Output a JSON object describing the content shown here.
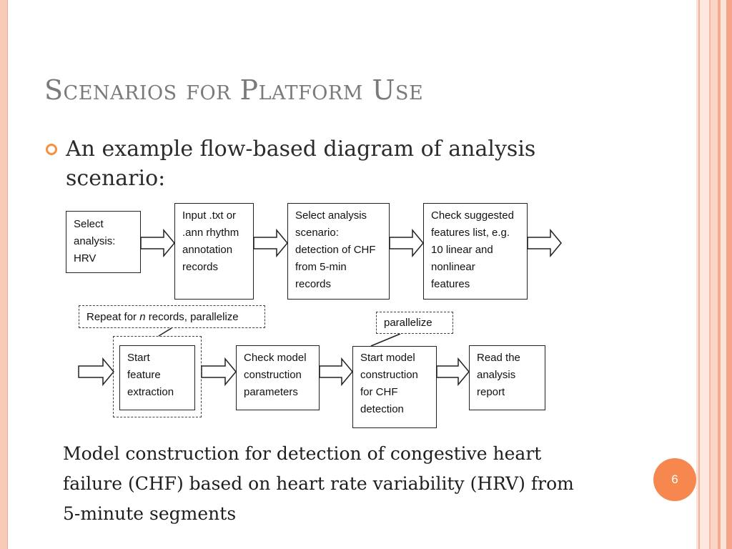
{
  "slide": {
    "title": "Scenarios for Platform Use",
    "bullet": "An example flow-based diagram of analysis scenario:",
    "caption": "Model construction for detection of congestive heart failure (CHF) based on heart rate variability (HRV) from 5-minute segments",
    "page_number": "6"
  },
  "diagram": {
    "row1": [
      "Select\nanalysis:\nHRV",
      "Input .txt or\n.ann rhythm\nannotation\nrecords",
      "Select analysis\nscenario:\ndetection of CHF\nfrom 5-min\nrecords",
      "Check suggested\nfeatures list, e.g.\n10 linear and\nnonlinear\nfeatures"
    ],
    "row2": [
      "Start\nfeature\nextraction",
      "Check model\nconstruction\nparameters",
      "Start model\nconstruction\nfor CHF\ndetection",
      "Read the\nanalysis\nreport"
    ],
    "repeat_note": {
      "prefix": "Repeat for ",
      "italic": "n",
      "suffix": " records, parallelize"
    },
    "parallelize_note": "parallelize"
  },
  "colors": {
    "accent_orange": "#f5874f",
    "title_gray": "#7a7a7a"
  }
}
